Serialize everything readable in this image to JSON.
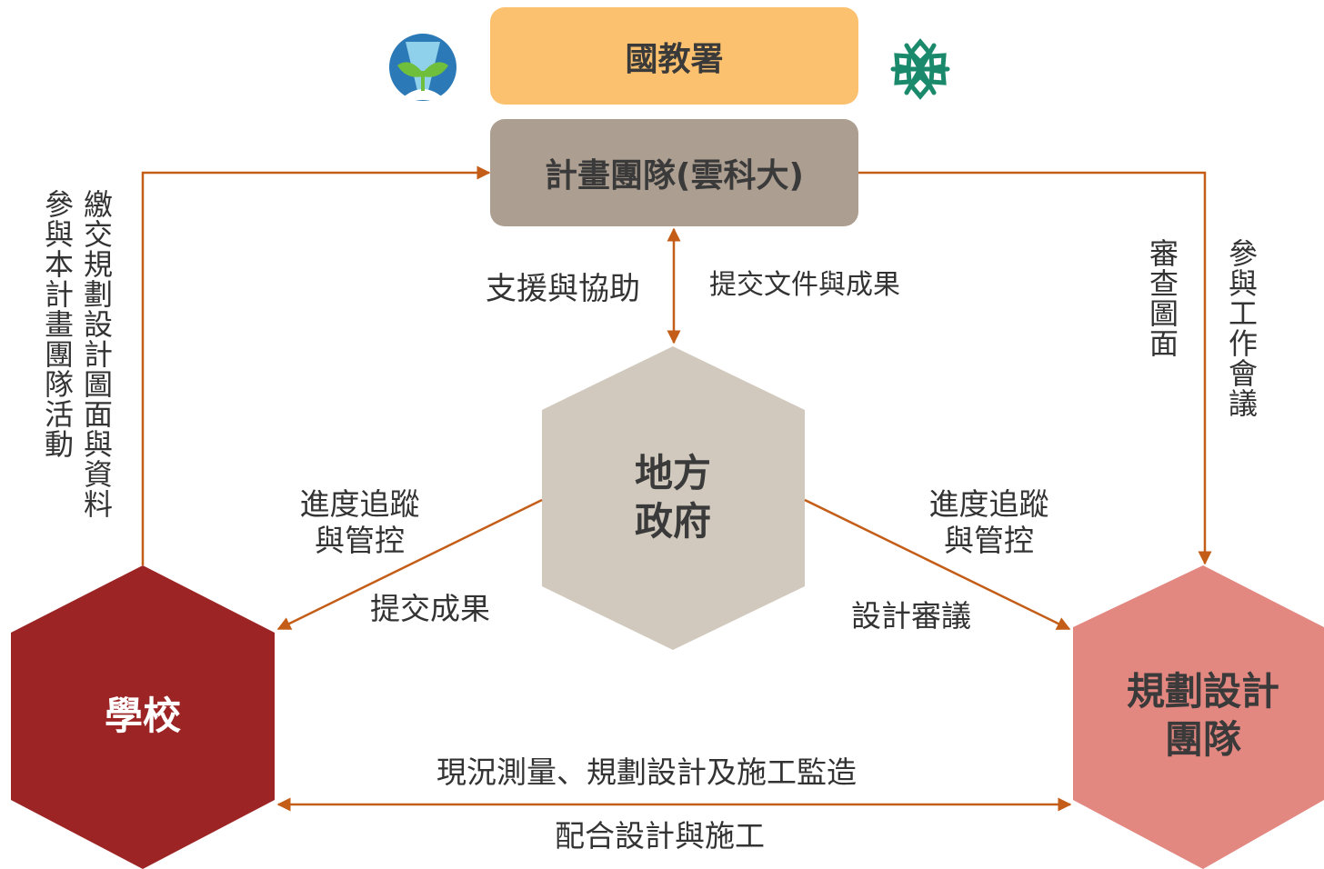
{
  "colors": {
    "top_box": "#fbc16e",
    "team_box": "#ac9e90",
    "arrow": "#c45d17",
    "local_gov": "#d1c9bd",
    "school": "#9c2424",
    "design_team": "#e38781"
  },
  "nodes": {
    "moe": "國教署",
    "project_team": "計畫團隊(雲科大)",
    "local_gov_line1": "地方",
    "local_gov_line2": "政府",
    "school": "學校",
    "design_team_line1": "規劃設計",
    "design_team_line2": "團隊"
  },
  "logos": {
    "left": "k12-sprout-logo-icon",
    "right": "yuntech-snowflake-logo-icon"
  },
  "edges": {
    "gov_to_team_left": "支援與協助",
    "gov_to_team_right": "提交文件與成果",
    "school_to_team_col1": "繳交規劃設計圖面與資料",
    "school_to_team_col2": "參與本計畫團隊活動",
    "team_to_design_col1": "審查圖面",
    "team_to_design_col2": "參與工作會議",
    "gov_school_upper_line1": "進度追蹤",
    "gov_school_upper_line2": "與管控",
    "gov_school_lower": "提交成果",
    "gov_design_upper_line1": "進度追蹤",
    "gov_design_upper_line2": "與管控",
    "gov_design_lower": "設計審議",
    "school_design_upper": "現況測量、規劃設計及施工監造",
    "school_design_lower": "配合設計與施工"
  }
}
